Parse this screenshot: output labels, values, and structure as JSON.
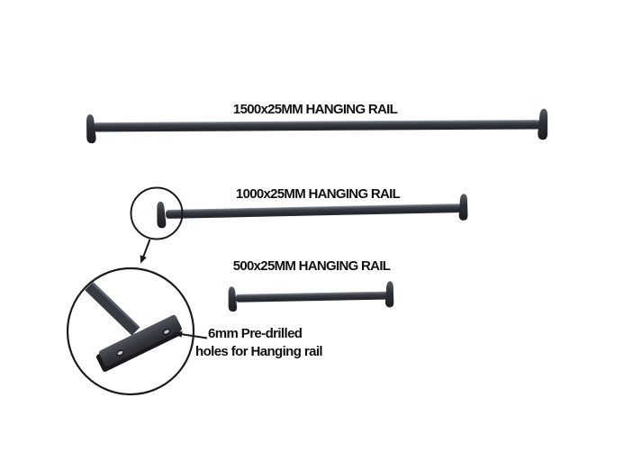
{
  "rails": [
    {
      "label": "1500x25MM HANGING RAIL"
    },
    {
      "label": "1000x25MM HANGING RAIL"
    },
    {
      "label": "500x25MM HANGING RAIL"
    }
  ],
  "callout": {
    "line1": "6mm Pre-drilled",
    "line2": "holes for Hanging rail"
  },
  "icons": {
    "detail_circle": "magnifier-circle",
    "magnified_view": "magnified-detail-circle",
    "arrows": "annotation-arrow"
  },
  "colors": {
    "background": "#ffffff",
    "text": "#111111",
    "outline": "#1a1a1a",
    "rail_body": "#33363c",
    "rail_highlight": "#9aa1ab",
    "plate_dark": "#25272c",
    "hole_fill": "#c2c7ce"
  }
}
